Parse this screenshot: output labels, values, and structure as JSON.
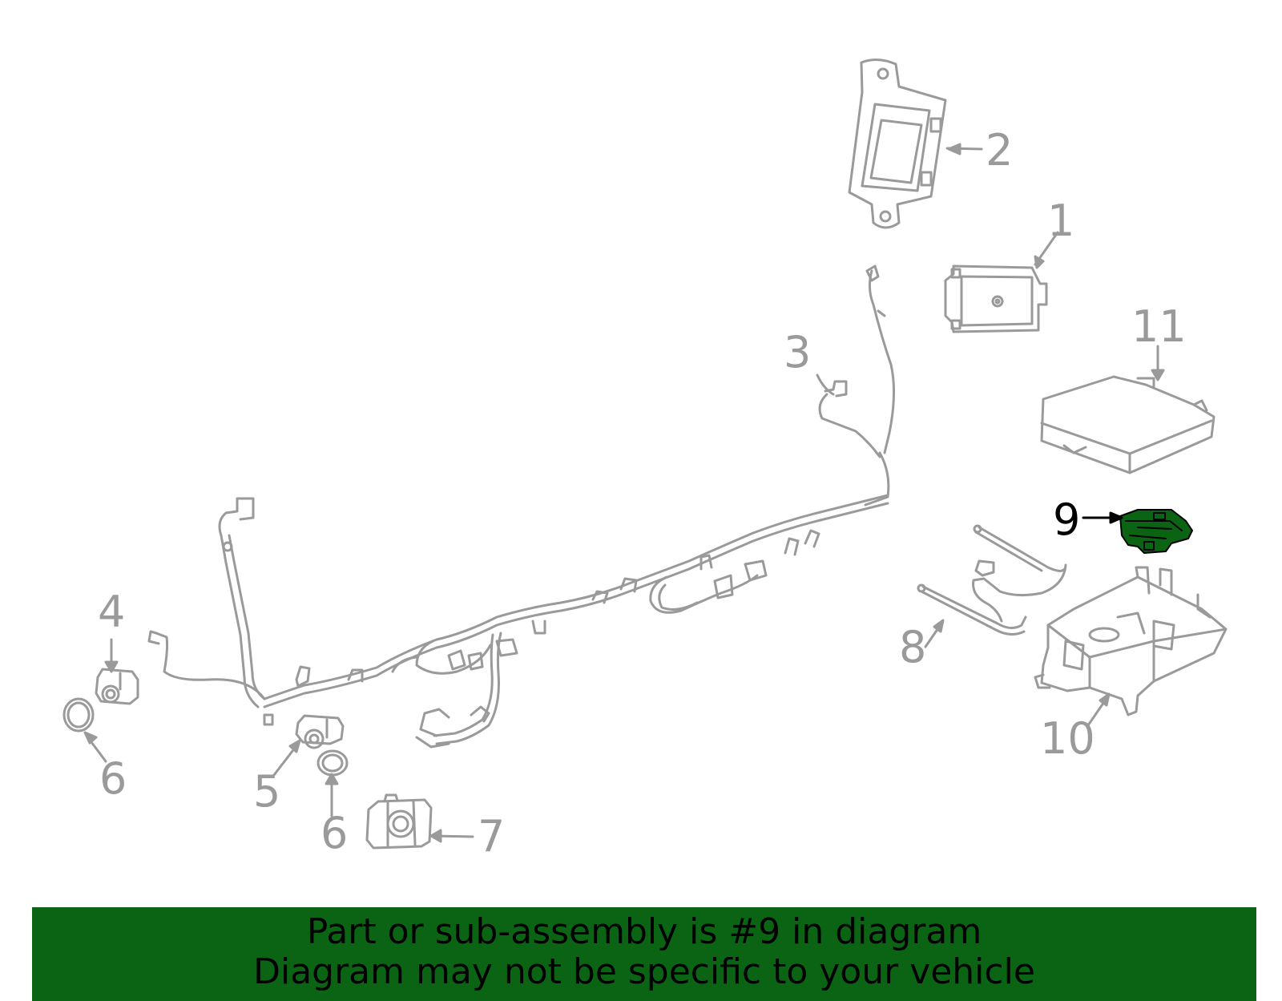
{
  "callouts": [
    {
      "id": "1",
      "label": "1",
      "highlight": false
    },
    {
      "id": "2",
      "label": "2",
      "highlight": false
    },
    {
      "id": "3",
      "label": "3",
      "highlight": false
    },
    {
      "id": "4",
      "label": "4",
      "highlight": false
    },
    {
      "id": "5",
      "label": "5",
      "highlight": false
    },
    {
      "id": "6a",
      "label": "6",
      "highlight": false
    },
    {
      "id": "6b",
      "label": "6",
      "highlight": false
    },
    {
      "id": "7",
      "label": "7",
      "highlight": false
    },
    {
      "id": "8",
      "label": "8",
      "highlight": false
    },
    {
      "id": "9",
      "label": "9",
      "highlight": true
    },
    {
      "id": "10",
      "label": "10",
      "highlight": false
    },
    {
      "id": "11",
      "label": "11",
      "highlight": false
    }
  ],
  "banner": {
    "line1": "Part or sub-assembly is #9 in diagram",
    "line2": "Diagram may not be specific to your vehicle"
  },
  "colors": {
    "line_art": "#9a9a9a",
    "highlight_part": "#0b6413",
    "banner_background": "#0b6413",
    "banner_text": "#000000"
  }
}
